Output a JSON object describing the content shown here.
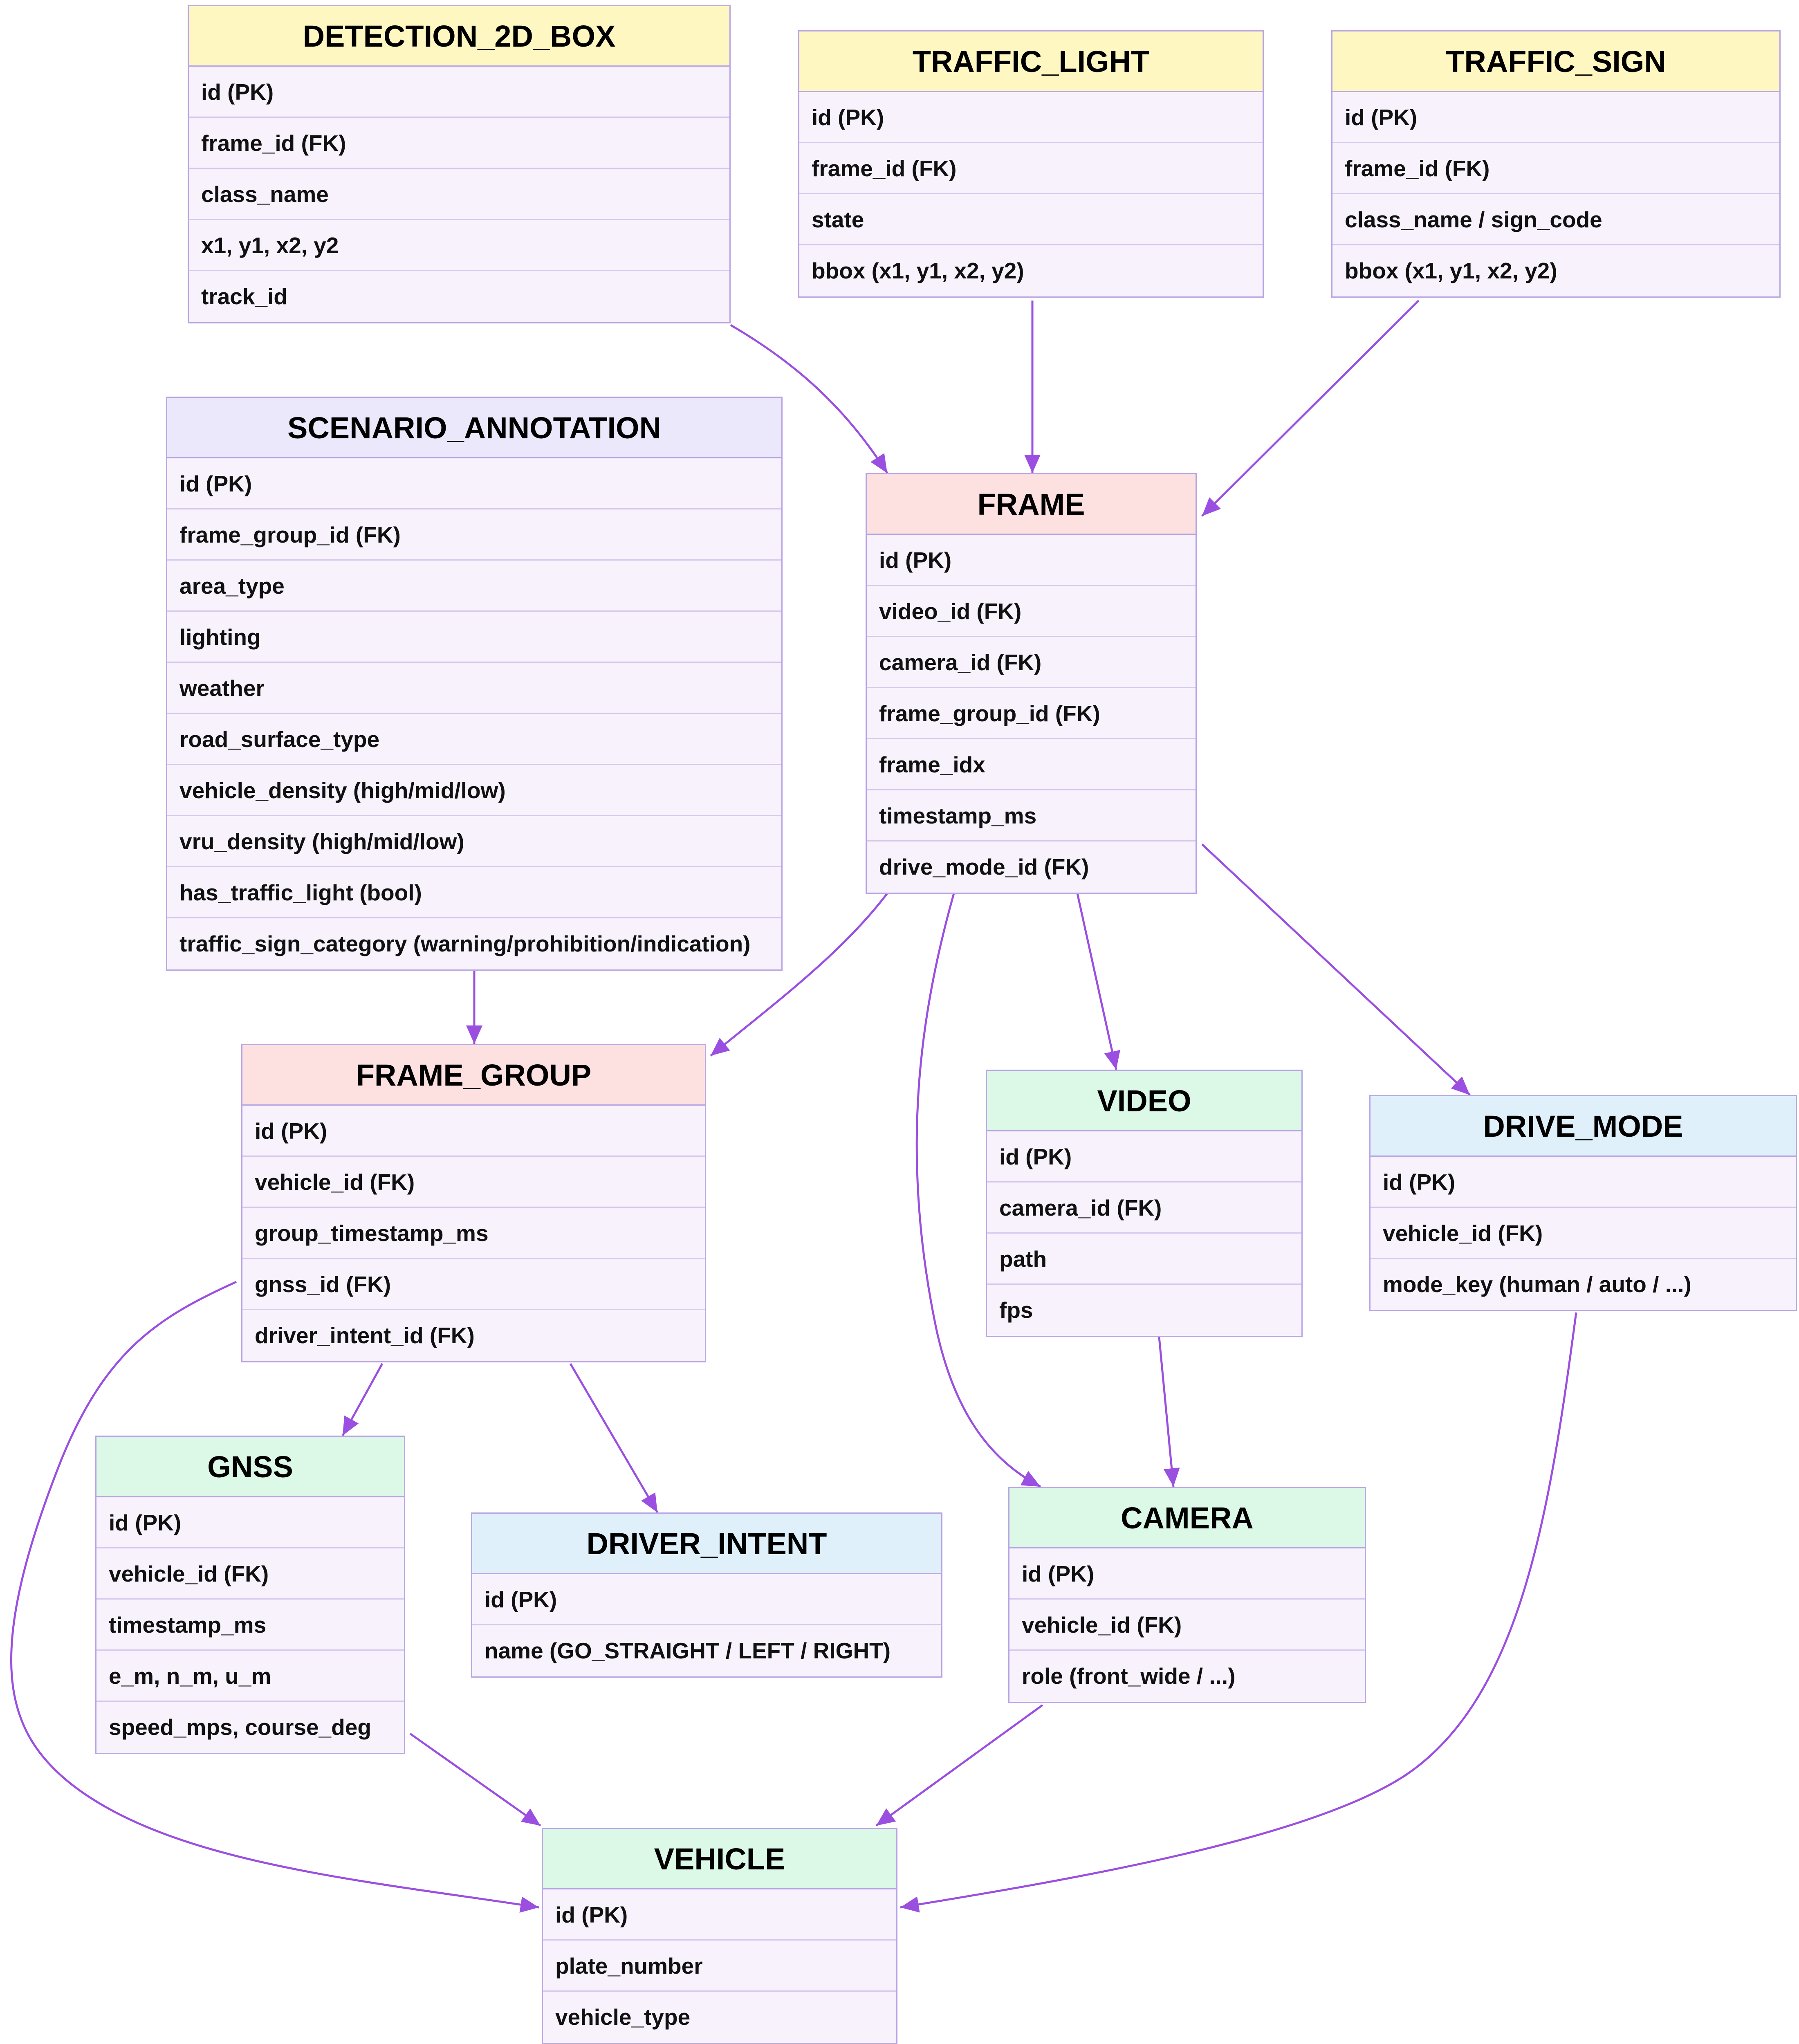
{
  "diagram": {
    "edge_color": "#9b4fe0",
    "entities": {
      "detection_2d_box": {
        "title": "DETECTION_2D_BOX",
        "fields": [
          "id (PK)",
          "frame_id (FK)",
          "class_name",
          "x1, y1, x2, y2",
          "track_id"
        ]
      },
      "traffic_light": {
        "title": "TRAFFIC_LIGHT",
        "fields": [
          "id (PK)",
          "frame_id (FK)",
          "state",
          "bbox (x1, y1, x2, y2)"
        ]
      },
      "traffic_sign": {
        "title": "TRAFFIC_SIGN",
        "fields": [
          "id (PK)",
          "frame_id (FK)",
          "class_name / sign_code",
          "bbox (x1, y1, x2, y2)"
        ]
      },
      "scenario_annotation": {
        "title": "SCENARIO_ANNOTATION",
        "fields": [
          "id (PK)",
          "frame_group_id (FK)",
          "area_type",
          "lighting",
          "weather",
          "road_surface_type",
          "vehicle_density (high/mid/low)",
          "vru_density (high/mid/low)",
          "has_traffic_light (bool)",
          "traffic_sign_category (warning/prohibition/indication)"
        ]
      },
      "frame": {
        "title": "FRAME",
        "fields": [
          "id (PK)",
          "video_id (FK)",
          "camera_id (FK)",
          "frame_group_id (FK)",
          "frame_idx",
          "timestamp_ms",
          "drive_mode_id (FK)"
        ]
      },
      "frame_group": {
        "title": "FRAME_GROUP",
        "fields": [
          "id (PK)",
          "vehicle_id (FK)",
          "group_timestamp_ms",
          "gnss_id (FK)",
          "driver_intent_id (FK)"
        ]
      },
      "video": {
        "title": "VIDEO",
        "fields": [
          "id (PK)",
          "camera_id (FK)",
          "path",
          "fps"
        ]
      },
      "drive_mode": {
        "title": "DRIVE_MODE",
        "fields": [
          "id (PK)",
          "vehicle_id (FK)",
          "mode_key (human / auto / ...)"
        ]
      },
      "gnss": {
        "title": "GNSS",
        "fields": [
          "id (PK)",
          "vehicle_id (FK)",
          "timestamp_ms",
          "e_m, n_m, u_m",
          "speed_mps, course_deg"
        ]
      },
      "driver_intent": {
        "title": "DRIVER_INTENT",
        "fields": [
          "id (PK)",
          "name (GO_STRAIGHT / LEFT / RIGHT)"
        ]
      },
      "camera": {
        "title": "CAMERA",
        "fields": [
          "id (PK)",
          "vehicle_id (FK)",
          "role (front_wide / ...)"
        ]
      },
      "vehicle": {
        "title": "VEHICLE",
        "fields": [
          "id (PK)",
          "plate_number",
          "vehicle_type"
        ]
      }
    },
    "relationships": [
      {
        "from": "detection_2d_box",
        "to": "frame"
      },
      {
        "from": "traffic_light",
        "to": "frame"
      },
      {
        "from": "traffic_sign",
        "to": "frame"
      },
      {
        "from": "scenario_annotation",
        "to": "frame_group"
      },
      {
        "from": "frame",
        "to": "frame_group"
      },
      {
        "from": "frame",
        "to": "camera"
      },
      {
        "from": "frame",
        "to": "video"
      },
      {
        "from": "frame",
        "to": "drive_mode"
      },
      {
        "from": "frame_group",
        "to": "gnss"
      },
      {
        "from": "frame_group",
        "to": "driver_intent"
      },
      {
        "from": "frame_group",
        "to": "vehicle"
      },
      {
        "from": "video",
        "to": "camera"
      },
      {
        "from": "gnss",
        "to": "vehicle"
      },
      {
        "from": "camera",
        "to": "vehicle"
      },
      {
        "from": "drive_mode",
        "to": "vehicle"
      }
    ]
  }
}
